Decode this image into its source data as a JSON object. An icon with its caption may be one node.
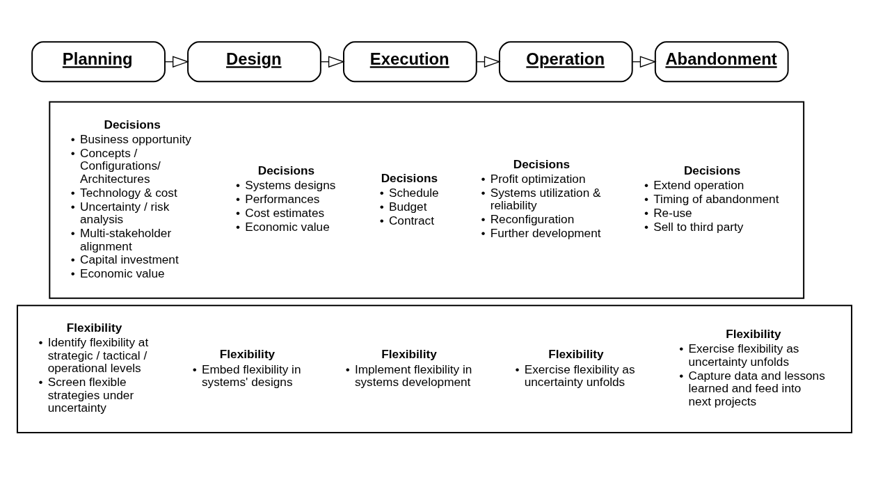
{
  "diagram": {
    "nodes": [
      {
        "text": [
          "Planning"
        ]
      },
      {
        "text": [
          "Design"
        ]
      },
      {
        "text": [
          "Execution"
        ]
      },
      {
        "text": [
          "Operation"
        ]
      },
      {
        "text": [
          "Abandonment"
        ]
      },
      {
        "text": [],
        "shape": "box"
      },
      {
        "text": [
          "Decisions",
          "• Business opportunity",
          "• Concepts / Configurations/ Architectures",
          "• Technology & cost",
          "• Uncertainty / risk analysis",
          "• Multi-stakeholder alignment",
          "• Capital investment",
          "• Economic value"
        ],
        "in": 5
      },
      {
        "text": [
          "Decisions",
          "• Systems designs",
          "• Performances",
          "• Cost estimates",
          "• Economic value"
        ],
        "in": 5
      },
      {
        "text": [
          "Decisions",
          "• Schedule",
          "• Budget",
          "• Contract"
        ],
        "in": 5
      },
      {
        "text": [
          "Decisions",
          "• Profit optimization",
          "• Systems utilization & reliability",
          "• Reconfiguration",
          "• Further development"
        ],
        "in": 5
      },
      {
        "text": [
          "Decisions",
          "• Extend operation",
          "• Timing of abandonment",
          "• Re-use",
          "• Sell to third party"
        ],
        "in": 5
      },
      {
        "text": [],
        "shape": "box"
      },
      {
        "text": [
          "Flexibility",
          "• Identify flexibility at strategic / tactical / operational levels",
          "• Screen flexible strategies under uncertainty"
        ],
        "in": 11
      },
      {
        "text": [
          "Flexibility",
          "• Embed flexibility in systems' designs"
        ],
        "in": 11
      },
      {
        "text": [
          "Flexibility",
          "• Implement flexibility in systems development"
        ],
        "in": 11
      },
      {
        "text": [
          "Flexibility",
          "• Exercise flexibility as uncertainty unfolds"
        ],
        "in": 11
      },
      {
        "text": [
          "Flexibility",
          "• Exercise flexibility as uncertainty unfolds",
          "• Capture data and lessons learned and feed into next projects"
        ],
        "in": 11
      }
    ],
    "edges": [
      {
        "from": 0,
        "to": 1,
        "arrow": "to"
      },
      {
        "from": 1,
        "to": 2,
        "arrow": "to"
      },
      {
        "from": 2,
        "to": 3,
        "arrow": "to"
      },
      {
        "from": 3,
        "to": 4,
        "arrow": "to"
      }
    ]
  }
}
